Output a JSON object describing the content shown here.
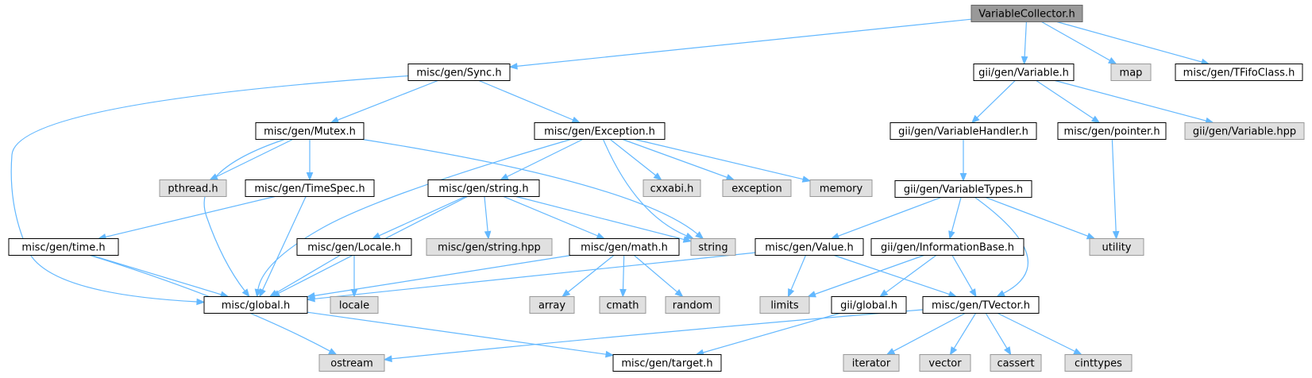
{
  "colors": {
    "edge": "#63b8ff",
    "root_fill": "#999999",
    "root_border": "#666666",
    "file_fill": "#ffffff",
    "file_border": "#000000",
    "external_fill": "#e0e0e0",
    "external_border": "#999999"
  },
  "graph": {
    "type": "include-dependency-graph",
    "nodes": [
      {
        "id": "VariableCollector",
        "label": "VariableCollector.h",
        "kind": "root"
      },
      {
        "id": "Sync",
        "label": "misc/gen/Sync.h",
        "kind": "file"
      },
      {
        "id": "Variable",
        "label": "gii/gen/Variable.h",
        "kind": "file"
      },
      {
        "id": "map",
        "label": "map",
        "kind": "external"
      },
      {
        "id": "TFifoClass",
        "label": "misc/gen/TFifoClass.h",
        "kind": "file"
      },
      {
        "id": "Mutex",
        "label": "misc/gen/Mutex.h",
        "kind": "file"
      },
      {
        "id": "Exception",
        "label": "misc/gen/Exception.h",
        "kind": "file"
      },
      {
        "id": "VariableHandler",
        "label": "gii/gen/VariableHandler.h",
        "kind": "file"
      },
      {
        "id": "pointer",
        "label": "misc/gen/pointer.h",
        "kind": "file"
      },
      {
        "id": "Variablehpp",
        "label": "gii/gen/Variable.hpp",
        "kind": "external"
      },
      {
        "id": "pthread",
        "label": "pthread.h",
        "kind": "external"
      },
      {
        "id": "TimeSpec",
        "label": "misc/gen/TimeSpec.h",
        "kind": "file"
      },
      {
        "id": "stringh",
        "label": "misc/gen/string.h",
        "kind": "file"
      },
      {
        "id": "cxxabi",
        "label": "cxxabi.h",
        "kind": "external"
      },
      {
        "id": "exception",
        "label": "exception",
        "kind": "external"
      },
      {
        "id": "memory",
        "label": "memory",
        "kind": "external"
      },
      {
        "id": "VariableTypes",
        "label": "gii/gen/VariableTypes.h",
        "kind": "file"
      },
      {
        "id": "timeh",
        "label": "misc/gen/time.h",
        "kind": "file"
      },
      {
        "id": "Locale",
        "label": "misc/gen/Locale.h",
        "kind": "file"
      },
      {
        "id": "stringhpp",
        "label": "misc/gen/string.hpp",
        "kind": "external"
      },
      {
        "id": "mathh",
        "label": "misc/gen/math.h",
        "kind": "file"
      },
      {
        "id": "string",
        "label": "string",
        "kind": "external"
      },
      {
        "id": "Value",
        "label": "misc/gen/Value.h",
        "kind": "file"
      },
      {
        "id": "InformationBase",
        "label": "gii/gen/InformationBase.h",
        "kind": "file"
      },
      {
        "id": "utility",
        "label": "utility",
        "kind": "external"
      },
      {
        "id": "global",
        "label": "misc/global.h",
        "kind": "file"
      },
      {
        "id": "locale",
        "label": "locale",
        "kind": "external"
      },
      {
        "id": "array",
        "label": "array",
        "kind": "external"
      },
      {
        "id": "cmath",
        "label": "cmath",
        "kind": "external"
      },
      {
        "id": "random",
        "label": "random",
        "kind": "external"
      },
      {
        "id": "limits",
        "label": "limits",
        "kind": "external"
      },
      {
        "id": "giiglobal",
        "label": "gii/global.h",
        "kind": "file"
      },
      {
        "id": "TVector",
        "label": "misc/gen/TVector.h",
        "kind": "file"
      },
      {
        "id": "ostream",
        "label": "ostream",
        "kind": "external"
      },
      {
        "id": "target",
        "label": "misc/gen/target.h",
        "kind": "file"
      },
      {
        "id": "iterator",
        "label": "iterator",
        "kind": "external"
      },
      {
        "id": "vector",
        "label": "vector",
        "kind": "external"
      },
      {
        "id": "cassert",
        "label": "cassert",
        "kind": "external"
      },
      {
        "id": "cinttypes",
        "label": "cinttypes",
        "kind": "external"
      }
    ],
    "edges": [
      [
        "VariableCollector",
        "Sync"
      ],
      [
        "VariableCollector",
        "Variable"
      ],
      [
        "VariableCollector",
        "map"
      ],
      [
        "VariableCollector",
        "TFifoClass"
      ],
      [
        "Sync",
        "Mutex"
      ],
      [
        "Sync",
        "Exception"
      ],
      [
        "Sync",
        "global"
      ],
      [
        "Mutex",
        "pthread"
      ],
      [
        "Mutex",
        "TimeSpec"
      ],
      [
        "Mutex",
        "global"
      ],
      [
        "Mutex",
        "string"
      ],
      [
        "Exception",
        "stringh"
      ],
      [
        "Exception",
        "cxxabi"
      ],
      [
        "Exception",
        "exception"
      ],
      [
        "Exception",
        "memory"
      ],
      [
        "Exception",
        "string"
      ],
      [
        "Exception",
        "global"
      ],
      [
        "TimeSpec",
        "timeh"
      ],
      [
        "TimeSpec",
        "global"
      ],
      [
        "timeh",
        "global"
      ],
      [
        "timeh",
        "ostream"
      ],
      [
        "stringh",
        "Locale"
      ],
      [
        "stringh",
        "stringhpp"
      ],
      [
        "stringh",
        "mathh"
      ],
      [
        "stringh",
        "string"
      ],
      [
        "stringh",
        "global"
      ],
      [
        "Locale",
        "locale"
      ],
      [
        "Locale",
        "global"
      ],
      [
        "mathh",
        "array"
      ],
      [
        "mathh",
        "cmath"
      ],
      [
        "mathh",
        "random"
      ],
      [
        "mathh",
        "global"
      ],
      [
        "global",
        "target"
      ],
      [
        "Variable",
        "VariableHandler"
      ],
      [
        "Variable",
        "pointer"
      ],
      [
        "Variable",
        "Variablehpp"
      ],
      [
        "VariableHandler",
        "VariableTypes"
      ],
      [
        "pointer",
        "utility"
      ],
      [
        "VariableTypes",
        "Value"
      ],
      [
        "VariableTypes",
        "InformationBase"
      ],
      [
        "VariableTypes",
        "utility"
      ],
      [
        "VariableTypes",
        "TVector"
      ],
      [
        "Value",
        "limits"
      ],
      [
        "Value",
        "TVector"
      ],
      [
        "Value",
        "global"
      ],
      [
        "InformationBase",
        "limits"
      ],
      [
        "InformationBase",
        "giiglobal"
      ],
      [
        "InformationBase",
        "TVector"
      ],
      [
        "giiglobal",
        "target"
      ],
      [
        "TVector",
        "ostream"
      ],
      [
        "TVector",
        "iterator"
      ],
      [
        "TVector",
        "vector"
      ],
      [
        "TVector",
        "cassert"
      ],
      [
        "TVector",
        "cinttypes"
      ]
    ]
  }
}
